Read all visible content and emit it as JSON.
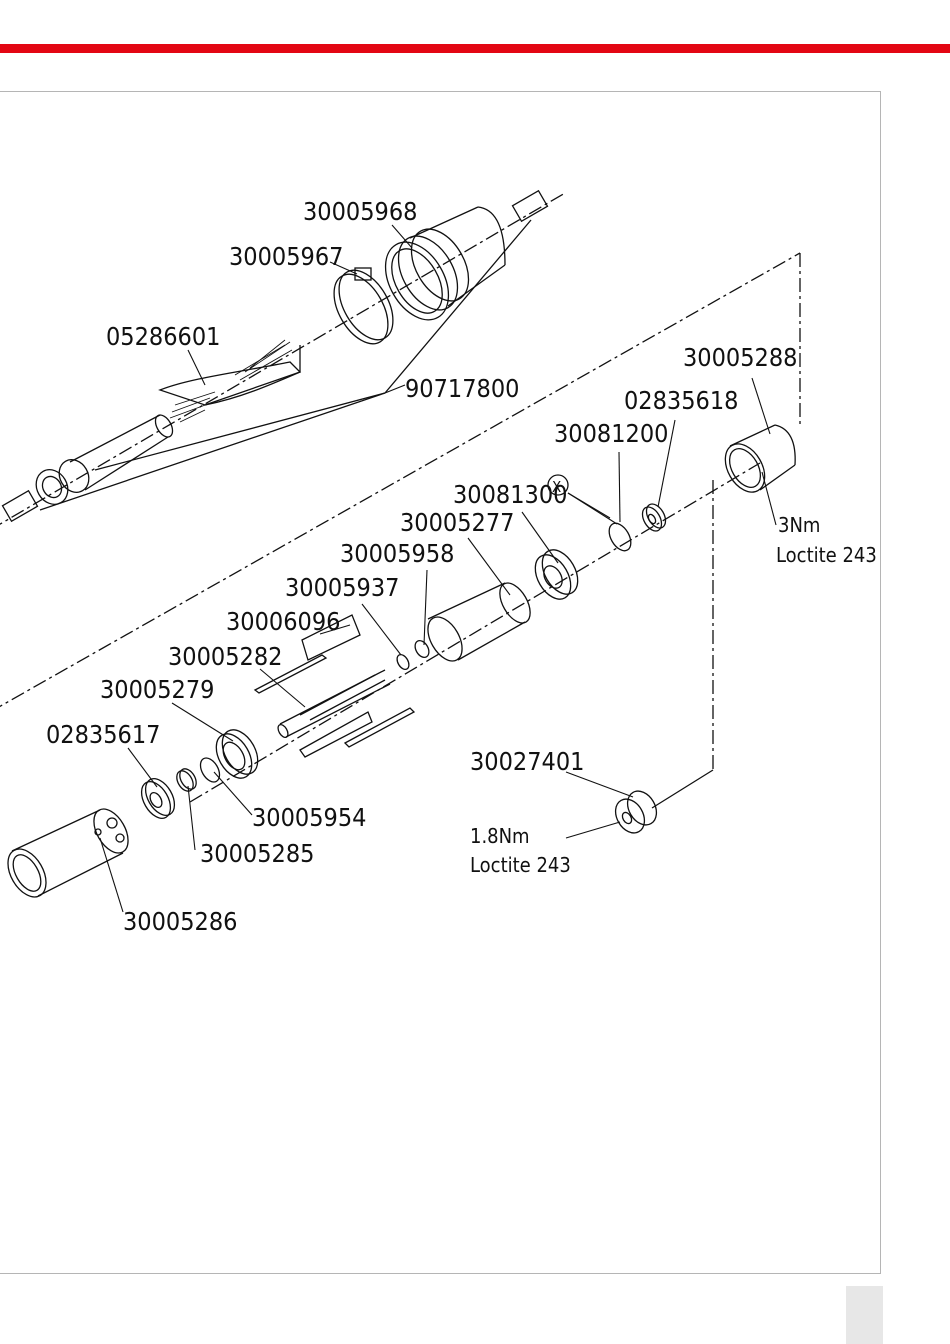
{
  "colors": {
    "accent_bar": "#e30613",
    "frame": "#b5b5b5",
    "ink": "#111111",
    "page_tab": "#e7e7e7"
  },
  "parts": {
    "p30005968": "30005968",
    "p30005967": "30005967",
    "p05286601": "05286601",
    "p90717800": "90717800",
    "p30005288": "30005288",
    "p02835618": "02835618",
    "p30081200": "30081200",
    "p30081300": "30081300",
    "p30005277": "30005277",
    "p30005958": "30005958",
    "p30005937": "30005937",
    "p30006096": "30006096",
    "p30005282": "30005282",
    "p30005279": "30005279",
    "p02835617": "02835617",
    "p30005954": "30005954",
    "p30005285": "30005285",
    "p30005286": "30005286",
    "p30027401": "30027401"
  },
  "callout_x": "X",
  "torque_notes": {
    "t3nm": "3Nm",
    "t3nm_adhesive": "Loctite 243",
    "t18nm": "1.8Nm",
    "t18nm_adhesive": "Loctite 243"
  }
}
